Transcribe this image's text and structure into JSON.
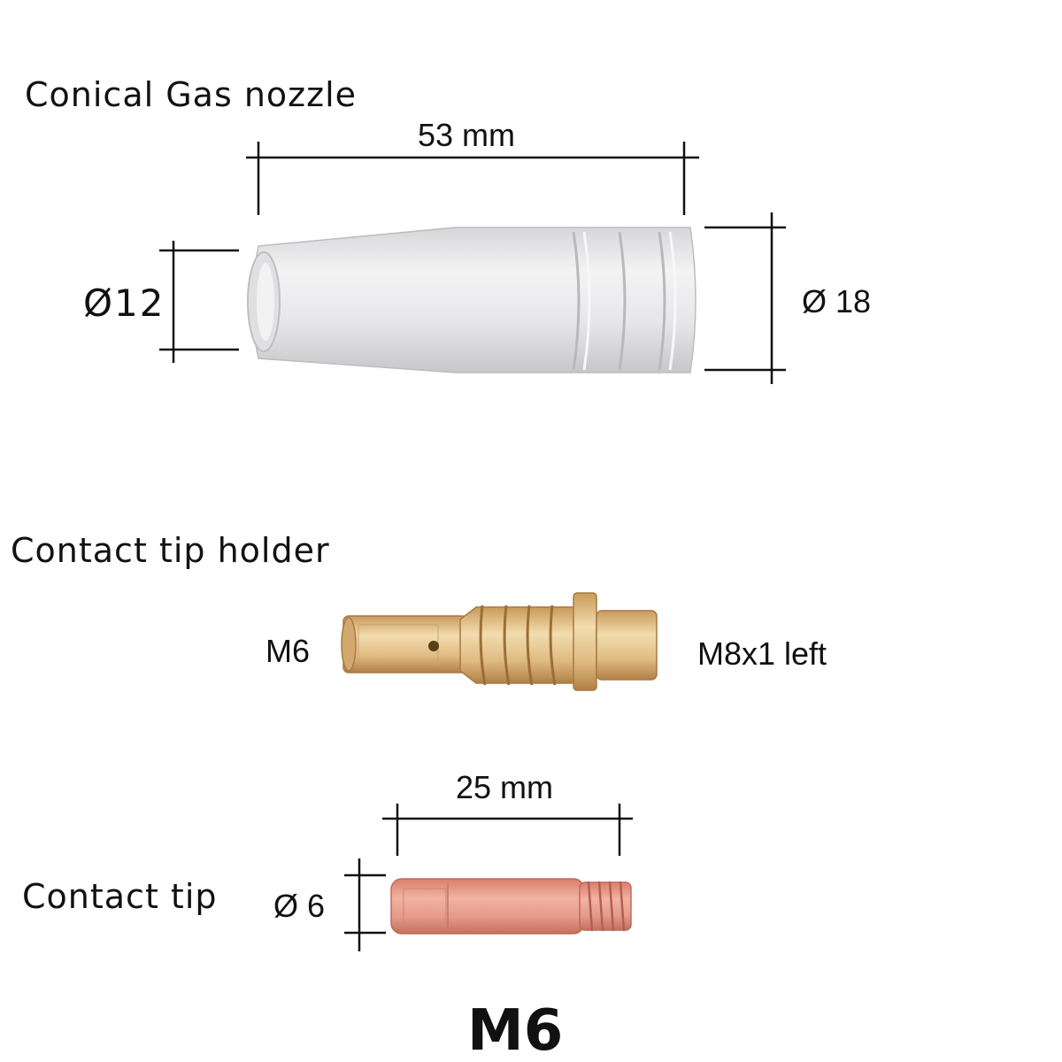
{
  "nozzle": {
    "title": "Conical Gas nozzle",
    "length_label": "53 mm",
    "tip_diameter_label": "Ø12",
    "base_diameter_label": "Ø 18"
  },
  "holder": {
    "title": "Contact tip holder",
    "left_thread_label": "M6",
    "right_thread_label": "M8x1 left"
  },
  "tip": {
    "title": "Contact tip",
    "length_label": "25 mm",
    "diameter_label": "Ø 6"
  },
  "size_label": "M6",
  "colors": {
    "nozzle": "#e9e9ea",
    "holder": "#e2c08a",
    "tip": "#e89a86",
    "dimension_lines": "#111111"
  }
}
